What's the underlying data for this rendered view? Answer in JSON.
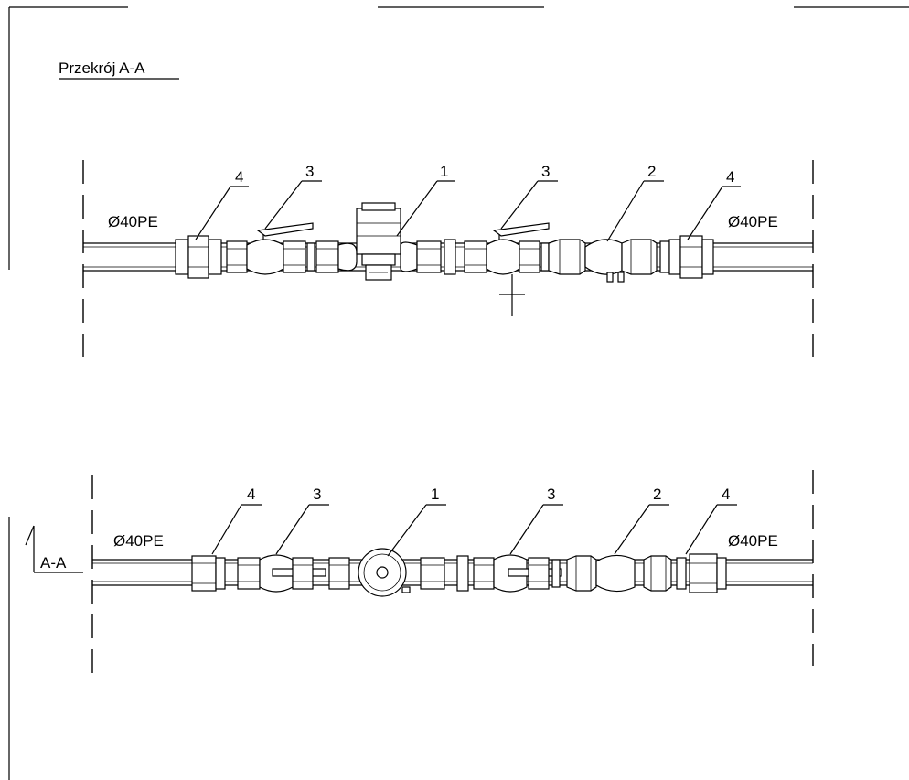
{
  "section_title": "Przekrój A-A",
  "section_marker": "A-A",
  "pipe_label": "Ø40PE",
  "callouts": {
    "water_meter": "1",
    "filter": "2",
    "ball_valve": "3",
    "coupling": "4"
  }
}
